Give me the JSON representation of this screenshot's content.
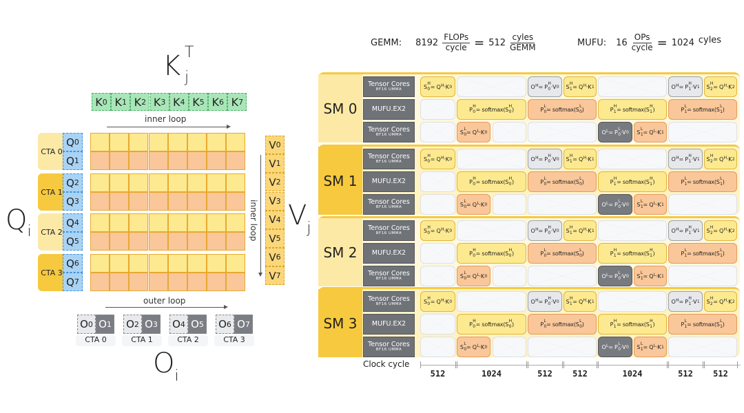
{
  "left": {
    "k_title": {
      "base": "K",
      "sup": "T",
      "sub": "j"
    },
    "k_blocks": [
      {
        "b": "K",
        "s": "0"
      },
      {
        "b": "K",
        "s": "1"
      },
      {
        "b": "K",
        "s": "2"
      },
      {
        "b": "K",
        "s": "3"
      },
      {
        "b": "K",
        "s": "4"
      },
      {
        "b": "K",
        "s": "5"
      },
      {
        "b": "K",
        "s": "6"
      },
      {
        "b": "K",
        "s": "7"
      }
    ],
    "inner_loop_h": "inner loop",
    "inner_loop_v": "inner loop",
    "outer_loop": "outer loop",
    "q_title": {
      "base": "Q",
      "sub": "i"
    },
    "v_title": {
      "base": "V",
      "sub": "j"
    },
    "o_title": {
      "base": "O",
      "sub": "i"
    },
    "ctas": [
      "CTA 0",
      "CTA 1",
      "CTA 2",
      "CTA 3"
    ],
    "q_blocks": [
      {
        "b": "Q",
        "s": "0"
      },
      {
        "b": "Q",
        "s": "1"
      },
      {
        "b": "Q",
        "s": "2"
      },
      {
        "b": "Q",
        "s": "3"
      },
      {
        "b": "Q",
        "s": "4"
      },
      {
        "b": "Q",
        "s": "5"
      },
      {
        "b": "Q",
        "s": "6"
      },
      {
        "b": "Q",
        "s": "7"
      }
    ],
    "v_blocks": [
      {
        "b": "V",
        "s": "0"
      },
      {
        "b": "V",
        "s": "1"
      },
      {
        "b": "V",
        "s": "2"
      },
      {
        "b": "V",
        "s": "3"
      },
      {
        "b": "V",
        "s": "4"
      },
      {
        "b": "V",
        "s": "5"
      },
      {
        "b": "V",
        "s": "6"
      },
      {
        "b": "V",
        "s": "7"
      }
    ],
    "o_blocks": [
      {
        "b": "O",
        "s": "0"
      },
      {
        "b": "O",
        "s": "1"
      },
      {
        "b": "O",
        "s": "2"
      },
      {
        "b": "O",
        "s": "3"
      },
      {
        "b": "O",
        "s": "4"
      },
      {
        "b": "O",
        "s": "5"
      },
      {
        "b": "O",
        "s": "6"
      },
      {
        "b": "O",
        "s": "7"
      }
    ],
    "colors": {
      "k": "#a8e6b8",
      "q": "#a9d3f5",
      "v": "#fbd77a",
      "high": "#fde98f",
      "low": "#f9c79a",
      "cta_light": "#fde9a6",
      "cta_dark": "#f6c93e"
    }
  },
  "header": {
    "gemm_label": "GEMM:",
    "gemm_num": "8192",
    "gemm_num_top": "FLOPs",
    "gemm_num_bot": "cycle",
    "eq": "=",
    "gemm_res": "512",
    "gemm_res_top": "cyles",
    "gemm_res_bot": "GEMM",
    "mufu_label": "MUFU:",
    "mufu_num": "16",
    "mufu_top": "OPs",
    "mufu_bot": "cycle",
    "mufu_res": "1024",
    "mufu_res_unit": "cyles"
  },
  "sms": [
    "SM 0",
    "SM 1",
    "SM 2",
    "SM 3"
  ],
  "units": [
    {
      "l1": "Tensor Cores",
      "l2": "BF16 UMMA"
    },
    {
      "l1": "MUFU.EX2",
      "l2": ""
    },
    {
      "l1": "Tensor Cores",
      "l2": "BF16 UMMA"
    }
  ],
  "rows": [
    [
      {
        "c": "yellow",
        "f": [
          [
            "S",
            "H",
            "0"
          ],
          [
            " = Q",
            "H",
            ""
          ],
          [
            "·K",
            "",
            "0"
          ]
        ]
      },
      {
        "c": "empty",
        "f": []
      },
      {
        "c": "light",
        "f": [
          [
            "O",
            "H",
            ""
          ],
          [
            " = P",
            "H",
            "0"
          ],
          [
            "·V",
            "",
            "0"
          ]
        ]
      },
      {
        "c": "yellow",
        "f": [
          [
            "S",
            "H",
            "1"
          ],
          [
            " = Q",
            "H",
            ""
          ],
          [
            "·K",
            "",
            "1"
          ]
        ]
      },
      {
        "c": "empty",
        "f": []
      },
      {
        "c": "light",
        "f": [
          [
            "O",
            "H",
            ""
          ],
          [
            " = P",
            "H",
            "1"
          ],
          [
            "·V",
            "",
            "1"
          ]
        ]
      },
      {
        "c": "yellow",
        "f": [
          [
            "S",
            "H",
            "2"
          ],
          [
            " = Q",
            "H",
            ""
          ],
          [
            "·K",
            "",
            "2"
          ]
        ]
      }
    ],
    [
      {
        "c": "empty",
        "f": []
      },
      {
        "c": "yellow",
        "f": [
          [
            "P",
            "H",
            "0"
          ],
          [
            " = softmax(S",
            "H",
            "0"
          ],
          [
            ")",
            "",
            ""
          ]
        ]
      },
      {
        "c": "orange",
        "f": [
          [
            "P",
            "L",
            "0"
          ],
          [
            " = softmax(S",
            "L",
            "0"
          ],
          [
            ")",
            "",
            ""
          ]
        ]
      },
      {
        "c": "yellow",
        "f": [
          [
            "P",
            "H",
            "1"
          ],
          [
            " = softmax(S",
            "H",
            "1"
          ],
          [
            ")",
            "",
            ""
          ]
        ]
      },
      {
        "c": "orange",
        "f": [
          [
            "P",
            "L",
            "1"
          ],
          [
            " = softmax(S",
            "L",
            "1"
          ],
          [
            ")",
            "",
            ""
          ]
        ]
      }
    ],
    [
      {
        "c": "empty",
        "f": []
      },
      {
        "c": "orange",
        "f": [
          [
            "S",
            "L",
            "0"
          ],
          [
            " = Q",
            "L",
            ""
          ],
          [
            "·K",
            "",
            "0"
          ]
        ]
      },
      {
        "c": "empty",
        "f": []
      },
      {
        "c": "empty",
        "f": []
      },
      {
        "c": "dark",
        "f": [
          [
            "O",
            "L",
            ""
          ],
          [
            " = P",
            "L",
            "0"
          ],
          [
            "·V",
            "",
            "0"
          ]
        ]
      },
      {
        "c": "orange",
        "f": [
          [
            "S",
            "L",
            "1"
          ],
          [
            " = Q",
            "L",
            ""
          ],
          [
            "·K",
            "",
            "1"
          ]
        ]
      },
      {
        "c": "empty",
        "f": []
      }
    ]
  ],
  "clock": {
    "label": "Clock cycle",
    "values": [
      "512",
      "1024",
      "512",
      "512",
      "1024",
      "512",
      "512"
    ]
  }
}
